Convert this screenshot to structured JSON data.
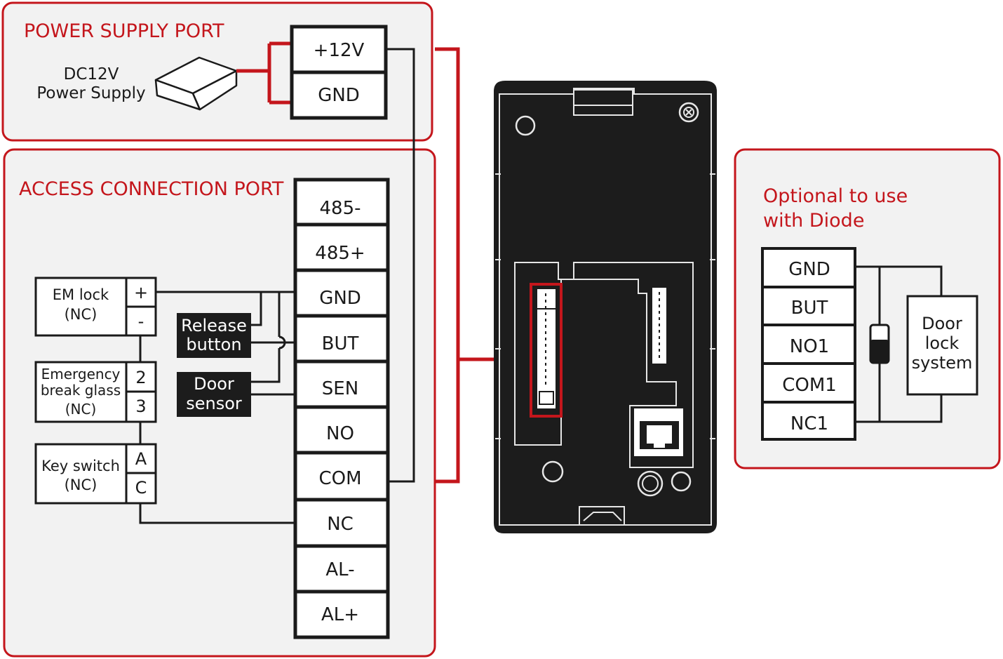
{
  "power_port": {
    "title": "POWER SUPPLY PORT",
    "supply_label_line1": "DC12V",
    "supply_label_line2": "Power Supply",
    "terminals": [
      "+12V",
      "GND"
    ]
  },
  "access_port": {
    "title": "ACCESS CONNECTION PORT",
    "terminals": [
      "485-",
      "485+",
      "GND",
      "BUT",
      "SEN",
      "NO",
      "COM",
      "NC",
      "AL-",
      "AL+"
    ]
  },
  "devices": {
    "em_lock": {
      "line1": "EM lock",
      "line2": "(NC)",
      "pins": [
        "+",
        "-"
      ]
    },
    "emergency": {
      "line1": "Emergency",
      "line2": "break glass",
      "line3": "(NC)",
      "pins": [
        "2",
        "3"
      ]
    },
    "key_switch": {
      "line1": "Key switch",
      "line2": "(NC)",
      "pins": [
        "A",
        "C"
      ]
    },
    "release_button": {
      "line1": "Release",
      "line2": "button"
    },
    "door_sensor": {
      "line1": "Door",
      "line2": "sensor"
    }
  },
  "diode_option": {
    "title_line1": "Optional to use",
    "title_line2": "with Diode",
    "terminals": [
      "GND",
      "BUT",
      "NO1",
      "COM1",
      "NC1"
    ],
    "door_lock_line1": "Door",
    "door_lock_line2": "lock",
    "door_lock_line3": "system"
  },
  "colors": {
    "accent_red": "#c4161c",
    "panel_bg": "#f2f2f2",
    "line": "#1a1a1a",
    "device_body": "#1c1c1c"
  }
}
